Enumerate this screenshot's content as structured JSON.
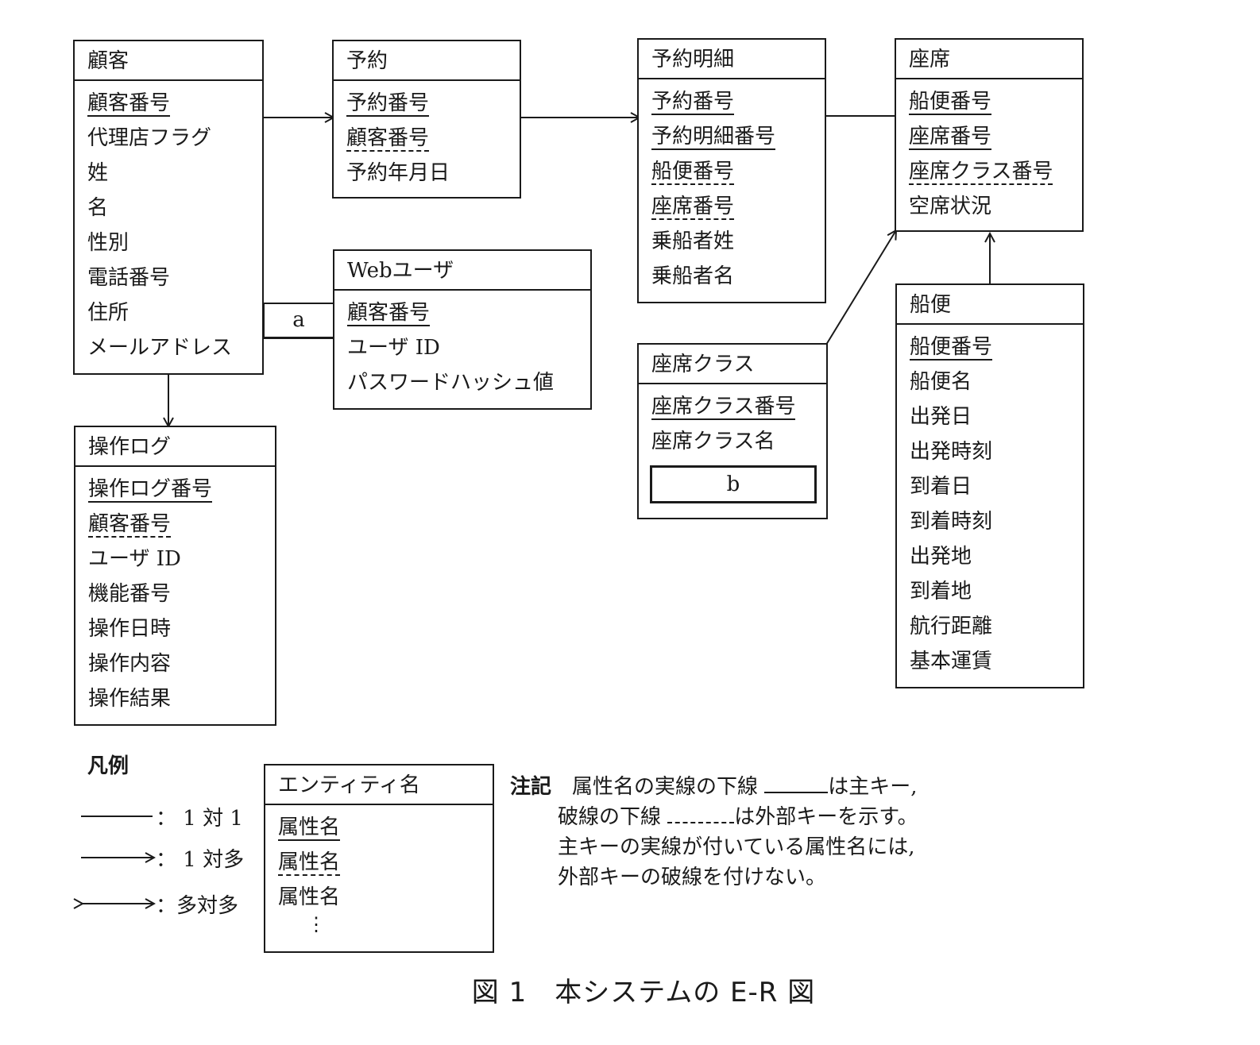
{
  "entities": {
    "customer": {
      "name": "顧客",
      "attributes": [
        {
          "name": "顧客番号",
          "key": "primary"
        },
        {
          "name": "代理店フラグ",
          "key": "none"
        },
        {
          "name": "姓",
          "key": "none"
        },
        {
          "name": "名",
          "key": "none"
        },
        {
          "name": "性別",
          "key": "none"
        },
        {
          "name": "電話番号",
          "key": "none"
        },
        {
          "name": "住所",
          "key": "none"
        },
        {
          "name": "メールアドレス",
          "key": "none"
        }
      ]
    },
    "reservation": {
      "name": "予約",
      "attributes": [
        {
          "name": "予約番号",
          "key": "primary"
        },
        {
          "name": "顧客番号",
          "key": "foreign"
        },
        {
          "name": "予約年月日",
          "key": "none"
        }
      ]
    },
    "reservation_detail": {
      "name": "予約明細",
      "attributes": [
        {
          "name": "予約番号",
          "key": "primary"
        },
        {
          "name": "予約明細番号",
          "key": "primary"
        },
        {
          "name": "船便番号",
          "key": "foreign"
        },
        {
          "name": "座席番号",
          "key": "foreign"
        },
        {
          "name": "乗船者姓",
          "key": "none"
        },
        {
          "name": "乗船者名",
          "key": "none"
        }
      ]
    },
    "seat": {
      "name": "座席",
      "attributes": [
        {
          "name": "船便番号",
          "key": "primary"
        },
        {
          "name": "座席番号",
          "key": "primary"
        },
        {
          "name": "座席クラス番号",
          "key": "foreign"
        },
        {
          "name": "空席状況",
          "key": "none"
        }
      ]
    },
    "web_user": {
      "name": "Webユーザ",
      "attributes": [
        {
          "name": "顧客番号",
          "key": "primary"
        },
        {
          "name": "ユーザ ID",
          "key": "none"
        },
        {
          "name": "パスワードハッシュ値",
          "key": "none"
        }
      ]
    },
    "seat_class": {
      "name": "座席クラス",
      "attributes": [
        {
          "name": "座席クラス番号",
          "key": "primary"
        },
        {
          "name": "座席クラス名",
          "key": "none"
        }
      ],
      "blank": "b"
    },
    "voyage": {
      "name": "船便",
      "attributes": [
        {
          "name": "船便番号",
          "key": "primary"
        },
        {
          "name": "船便名",
          "key": "none"
        },
        {
          "name": "出発日",
          "key": "none"
        },
        {
          "name": "出発時刻",
          "key": "none"
        },
        {
          "name": "到着日",
          "key": "none"
        },
        {
          "name": "到着時刻",
          "key": "none"
        },
        {
          "name": "出発地",
          "key": "none"
        },
        {
          "name": "到着地",
          "key": "none"
        },
        {
          "name": "航行距離",
          "key": "none"
        },
        {
          "name": "基本運賃",
          "key": "none"
        }
      ]
    },
    "operation_log": {
      "name": "操作ログ",
      "attributes": [
        {
          "name": "操作ログ番号",
          "key": "primary"
        },
        {
          "name": "顧客番号",
          "key": "foreign"
        },
        {
          "name": "ユーザ ID",
          "key": "none"
        },
        {
          "name": "機能番号",
          "key": "none"
        },
        {
          "name": "操作日時",
          "key": "none"
        },
        {
          "name": "操作内容",
          "key": "none"
        },
        {
          "name": "操作結果",
          "key": "none"
        }
      ]
    }
  },
  "relationships": [
    {
      "from": "顧客",
      "to": "予約",
      "type": "1対多"
    },
    {
      "from": "予約",
      "to": "予約明細",
      "type": "1対多"
    },
    {
      "from": "予約明細",
      "to": "座席",
      "type": "1対1"
    },
    {
      "from": "座席クラス",
      "to": "座席",
      "type": "1対多"
    },
    {
      "from": "船便",
      "to": "座席",
      "type": "1対多"
    },
    {
      "from": "顧客",
      "to": "操作ログ",
      "type": "1対多"
    },
    {
      "from": "顧客",
      "to": "Webユーザ",
      "type": "blank",
      "label": "a"
    }
  ],
  "blank_a": "a",
  "legend": {
    "title": "凡例",
    "rows": [
      {
        "glyph": "———",
        "label": "： 1 対 1"
      },
      {
        "glyph": "——>",
        "label": "： 1 対多"
      },
      {
        "glyph": "<——>",
        "label": "：多対多"
      }
    ],
    "sample_entity": {
      "name": "エンティティ名",
      "attributes": [
        {
          "name": "属性名",
          "key": "primary"
        },
        {
          "name": "属性名",
          "key": "foreign"
        },
        {
          "name": "属性名",
          "key": "none"
        }
      ],
      "ellipsis": "⋮"
    }
  },
  "note": {
    "head": "注記",
    "line1a": "属性名の実線の下線",
    "line1b": "は主キー,",
    "line2a": "破線の下線",
    "line2b": "は外部キーを示す。",
    "line3": "主キーの実線が付いている属性名には,",
    "line4": "外部キーの破線を付けない。"
  },
  "caption": "図 1　本システムの E-R 図"
}
